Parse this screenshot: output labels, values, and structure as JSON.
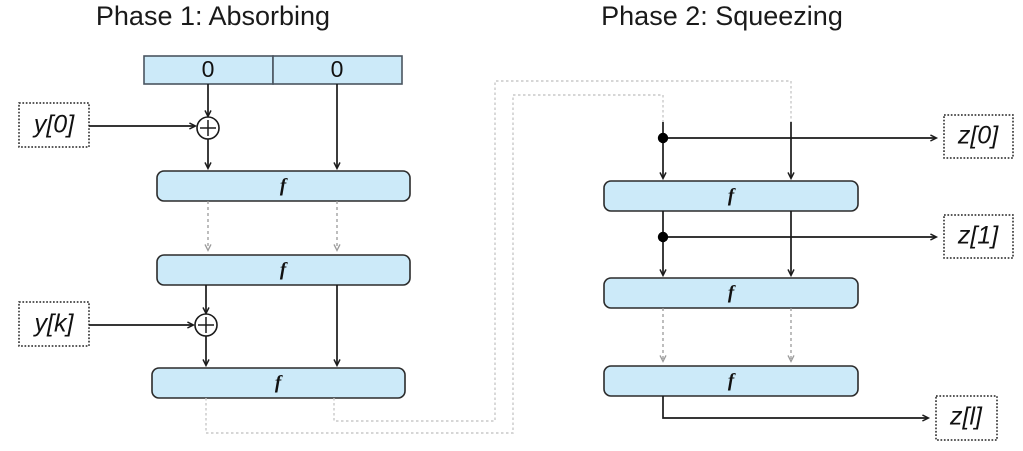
{
  "titles": {
    "phase1": "Phase 1: Absorbing",
    "phase2": "Phase 2: Squeezing"
  },
  "state_register": {
    "left_cell": "0",
    "right_cell": "0"
  },
  "permutation_label": "f",
  "phase1": {
    "inputs": [
      {
        "label": "y[0]"
      },
      {
        "label": "y[k]"
      }
    ],
    "rounds": [
      {
        "label": "f"
      },
      {
        "label": "f"
      },
      {
        "label": "f"
      }
    ],
    "xor_symbol": "+"
  },
  "phase2": {
    "rounds": [
      {
        "label": "f"
      },
      {
        "label": "f"
      },
      {
        "label": "f"
      }
    ],
    "outputs": [
      {
        "label": "z[0]"
      },
      {
        "label": "z[1]"
      },
      {
        "label": "z[l]"
      }
    ]
  },
  "colors": {
    "block_fill": "#cceaf9",
    "block_stroke": "#2b2b2b",
    "line": "#1a1a1a",
    "ghost_line": "#9a9a9a",
    "feedback_line": "#c9c9c9",
    "text": "#111111",
    "background": "#ffffff"
  }
}
